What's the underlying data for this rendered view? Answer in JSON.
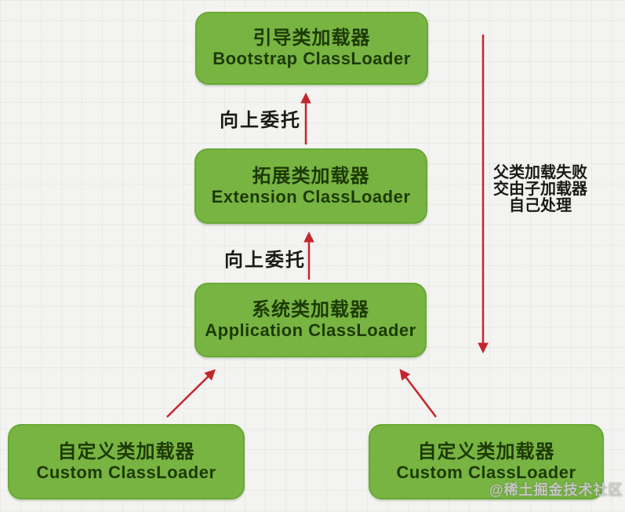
{
  "diagram": {
    "nodes": [
      {
        "id": "bootstrap",
        "title_zh": "引导类加载器",
        "title_en": "Bootstrap ClassLoader"
      },
      {
        "id": "extension",
        "title_zh": "拓展类加载器",
        "title_en": "Extension ClassLoader"
      },
      {
        "id": "application",
        "title_zh": "系统类加载器",
        "title_en": "Application ClassLoader"
      },
      {
        "id": "custom_left",
        "title_zh": "自定义类加载器",
        "title_en": "Custom ClassLoader"
      },
      {
        "id": "custom_right",
        "title_zh": "自定义类加载器",
        "title_en": "Custom ClassLoader"
      }
    ],
    "edges": [
      {
        "id": "extension-to-bootstrap",
        "from": "extension",
        "to": "bootstrap",
        "direction": "up",
        "label": "向上委托"
      },
      {
        "id": "application-to-extension",
        "from": "application",
        "to": "extension",
        "direction": "up",
        "label": "向上委托"
      },
      {
        "id": "custom-left-to-application",
        "from": "custom_left",
        "to": "application",
        "direction": "up",
        "label": ""
      },
      {
        "id": "custom-right-to-application",
        "from": "custom_right",
        "to": "application",
        "direction": "up",
        "label": ""
      },
      {
        "id": "parent-fail-downward",
        "from": "bootstrap",
        "to": "application",
        "direction": "down",
        "label_lines": [
          "父类加载失败",
          "交由子加载器",
          "自己处理"
        ]
      }
    ],
    "watermark": "@稀土掘金技术社区",
    "colors": {
      "node_fill": "#77b441",
      "node_border": "#69a837",
      "node_text": "#1d3a05",
      "arrow": "#c4262d",
      "label_text": "#1a1a1a",
      "background": "#f3f3f1",
      "watermark_text": "#cdcdcd"
    }
  }
}
